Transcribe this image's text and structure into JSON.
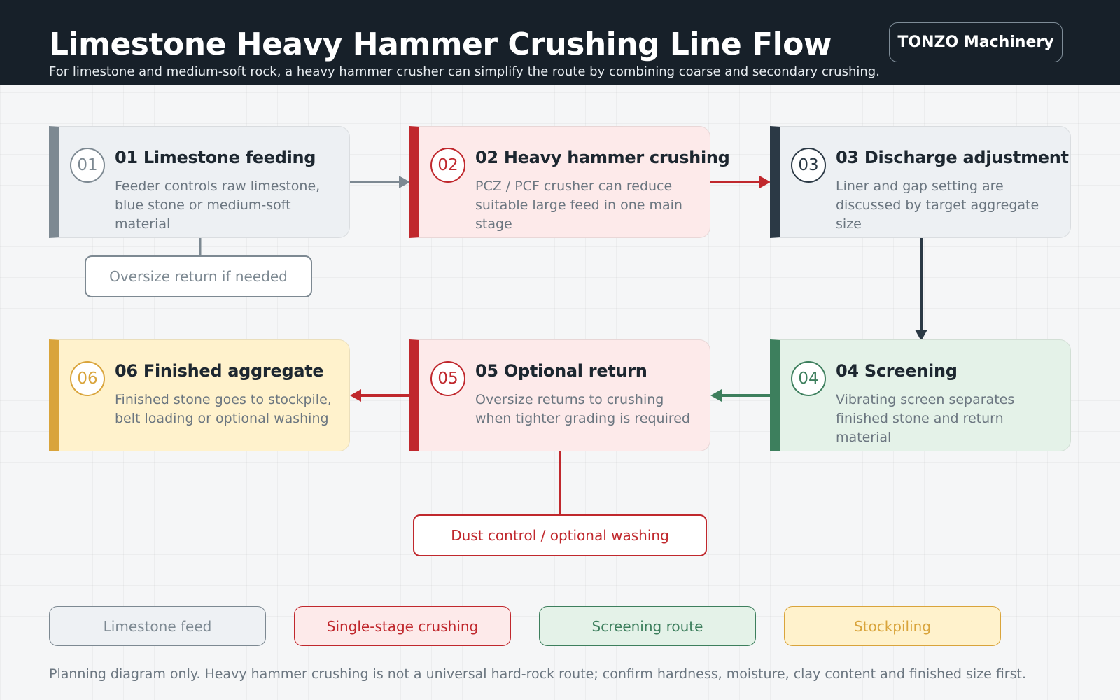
{
  "header": {
    "title": "Limestone Heavy Hammer Crushing Line Flow",
    "subtitle": "For limestone and medium-soft rock, a heavy hammer crusher can simplify the route by combining coarse and secondary crushing.",
    "brand": "TONZO Machinery"
  },
  "steps": [
    {
      "num": "01",
      "title": "01 Limestone feeding",
      "desc": "Feeder controls raw limestone, blue stone or medium-soft material",
      "color": "#7d8992"
    },
    {
      "num": "02",
      "title": "02 Heavy hammer crushing",
      "desc": "PCZ / PCF crusher can reduce suitable large feed in one main stage",
      "color": "#c0282d"
    },
    {
      "num": "03",
      "title": "03 Discharge adjustment",
      "desc": "Liner and gap setting are discussed by target aggregate size",
      "color": "#2b3945"
    },
    {
      "num": "04",
      "title": "04 Screening",
      "desc": "Vibrating screen separates finished stone and return material",
      "color": "#3d7f5d"
    },
    {
      "num": "05",
      "title": "05 Optional return",
      "desc": "Oversize returns to crushing when tighter grading is required",
      "color": "#c0282d"
    },
    {
      "num": "06",
      "title": "06 Finished aggregate",
      "desc": "Finished stone goes to stockpile, belt loading or optional washing",
      "color": "#d9a43b"
    }
  ],
  "notes": {
    "oversize": "Oversize return if needed",
    "dust": "Dust control / optional washing"
  },
  "legend": [
    "Limestone feed",
    "Single-stage crushing",
    "Screening route",
    "Stockpiling"
  ],
  "footnote": "Planning diagram only. Heavy hammer crushing is not a universal hard-rock route; confirm hardness, moisture, clay content and finished size first."
}
